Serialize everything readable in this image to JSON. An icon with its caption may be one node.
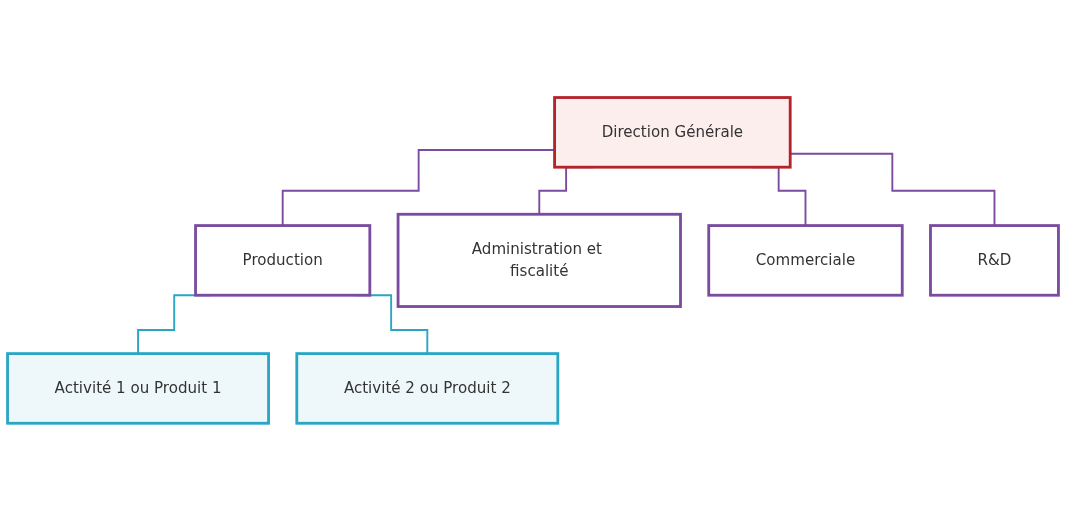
{
  "diagram": {
    "nodes": [
      {
        "text": [
          "Direction Générale"
        ]
      },
      {
        "text": [
          "Production"
        ]
      },
      {
        "text": [
          "Administration et fiscalité"
        ]
      },
      {
        "text": [
          "Commerciale"
        ]
      },
      {
        "text": [
          "R&D"
        ]
      },
      {
        "text": [
          "Activité 1 ou Produit 1"
        ]
      },
      {
        "text": [
          "Activité 2 ou Produit 2"
        ]
      }
    ],
    "edges": [
      {
        "from": 0,
        "to": 1,
        "arrow": "none"
      },
      {
        "from": 0,
        "to": 2,
        "arrow": "none"
      },
      {
        "from": 0,
        "to": 3,
        "arrow": "none"
      },
      {
        "from": 0,
        "to": 4,
        "arrow": "none"
      },
      {
        "from": 1,
        "to": 5,
        "arrow": "none",
        "color": "#2aa6c4"
      },
      {
        "from": 1,
        "to": 6,
        "arrow": "none",
        "color": "#2aa6c4"
      }
    ]
  }
}
